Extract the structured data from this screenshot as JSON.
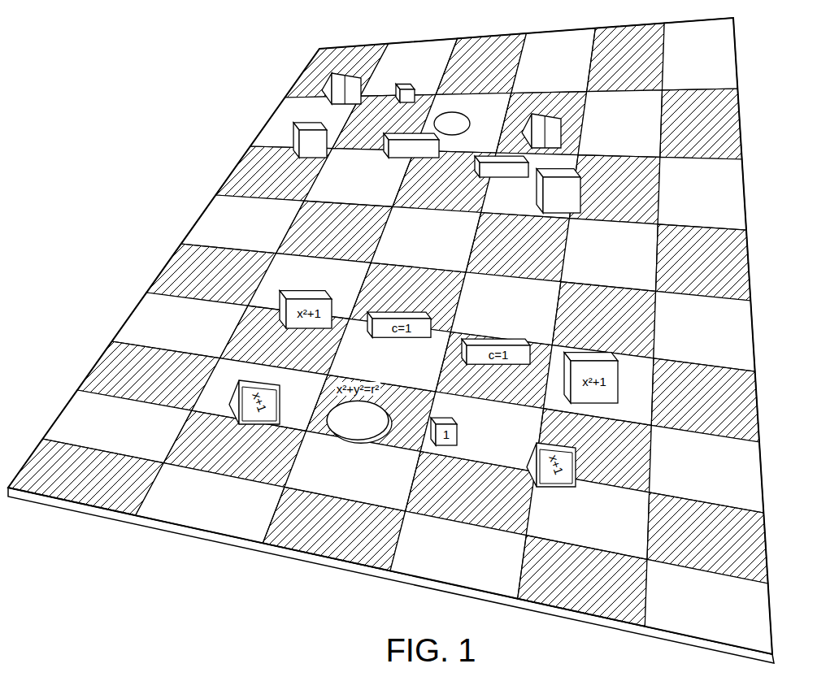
{
  "diagram": {
    "caption": "FIG. 1",
    "nodes": [
      {
        "text": [
          "x²+1"
        ]
      },
      {
        "text": [
          "c=1"
        ]
      },
      {
        "text": [
          "c=1"
        ]
      },
      {
        "text": [
          "x²+1"
        ]
      },
      {
        "text": [
          "x+1"
        ]
      },
      {
        "text": [
          "x²+y²=r²"
        ]
      },
      {
        "text": [
          "1"
        ]
      },
      {
        "text": [
          "x+1"
        ]
      }
    ]
  }
}
